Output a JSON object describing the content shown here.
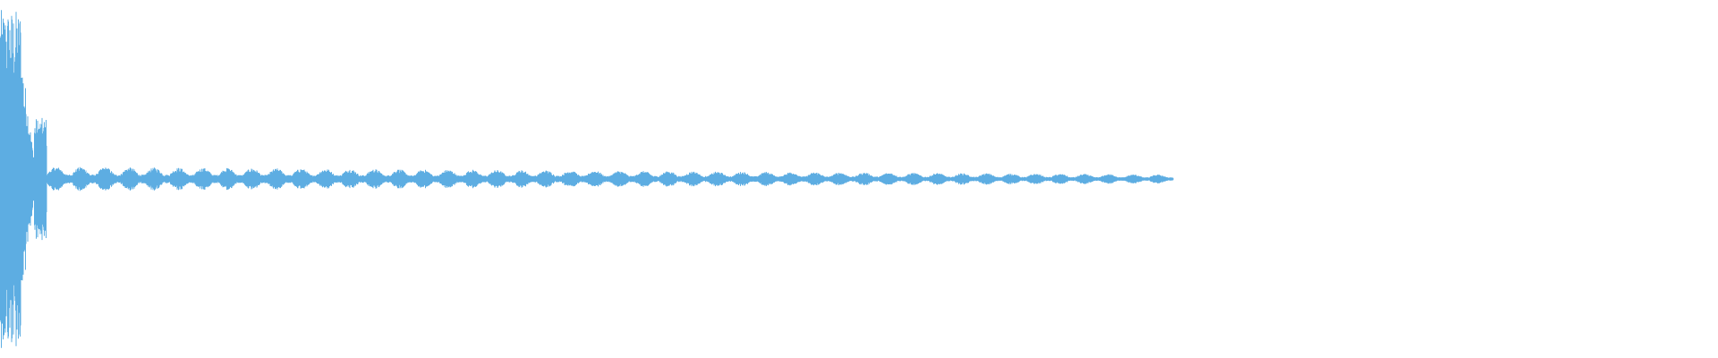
{
  "waveform": {
    "color": "#5dade2",
    "background": "#ffffff",
    "audio_fraction_of_width": 0.683,
    "envelope": {
      "peak_amplitude": 0.97,
      "attack_end_fraction": 0.012,
      "secondary_burst_fraction": 0.022,
      "secondary_burst_amplitude": 0.35,
      "tail_start_amplitude": 0.07,
      "tail_end_amplitude": 0.025,
      "pulse_count": 46
    }
  }
}
